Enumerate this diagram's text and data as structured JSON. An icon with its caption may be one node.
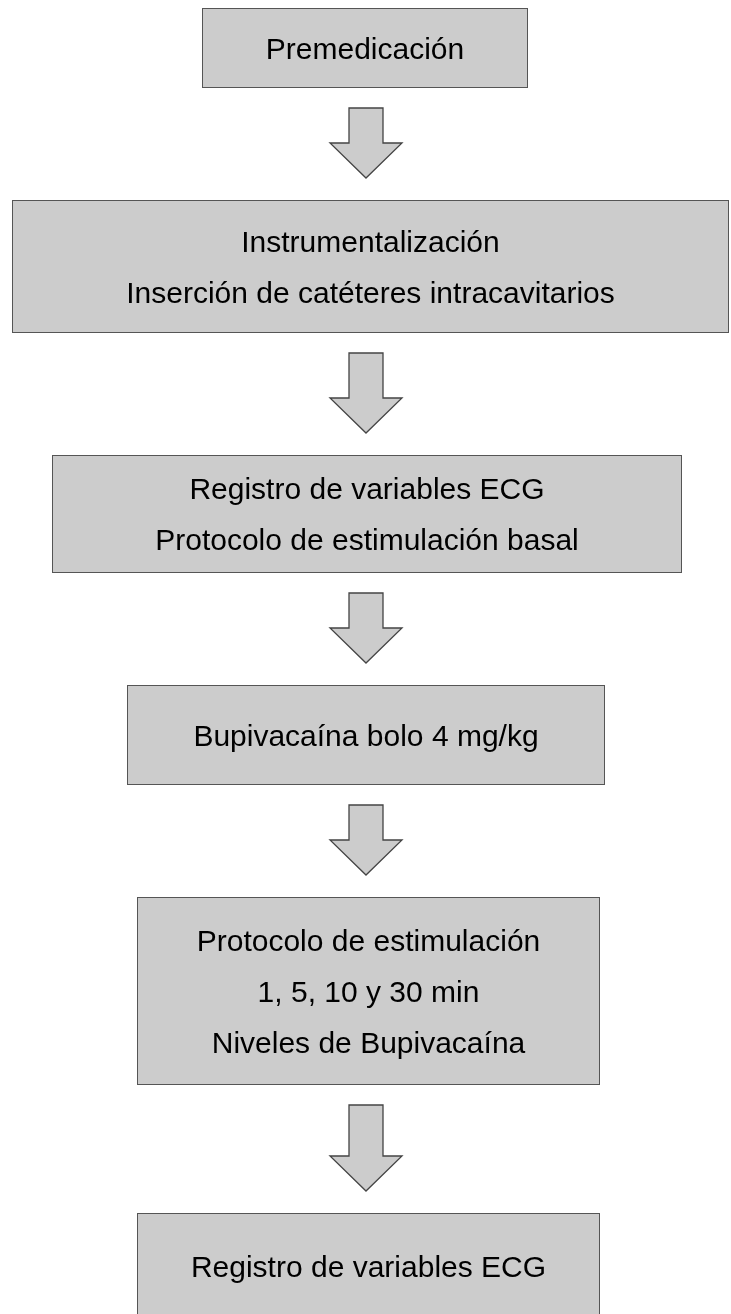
{
  "diagram": {
    "nodes": [
      {
        "text": [
          "Premedicación"
        ]
      },
      {
        "text": [
          "Instrumentalización",
          "Inserción de catéteres intracavitarios"
        ]
      },
      {
        "text": [
          "Registro de variables ECG",
          "Protocolo de estimulación basal"
        ]
      },
      {
        "text": [
          "Bupivacaína bolo 4 mg/kg"
        ]
      },
      {
        "text": [
          "Protocolo de estimulación",
          "1, 5, 10 y 30 min",
          "Niveles de Bupivacaína"
        ]
      },
      {
        "text": [
          "Registro de variables ECG"
        ]
      }
    ],
    "edges": [
      {
        "from": 0,
        "to": 1,
        "arrow": "to"
      },
      {
        "from": 1,
        "to": 2,
        "arrow": "to"
      },
      {
        "from": 2,
        "to": 3,
        "arrow": "to"
      },
      {
        "from": 3,
        "to": 4,
        "arrow": "to"
      },
      {
        "from": 4,
        "to": 5,
        "arrow": "to"
      }
    ]
  }
}
